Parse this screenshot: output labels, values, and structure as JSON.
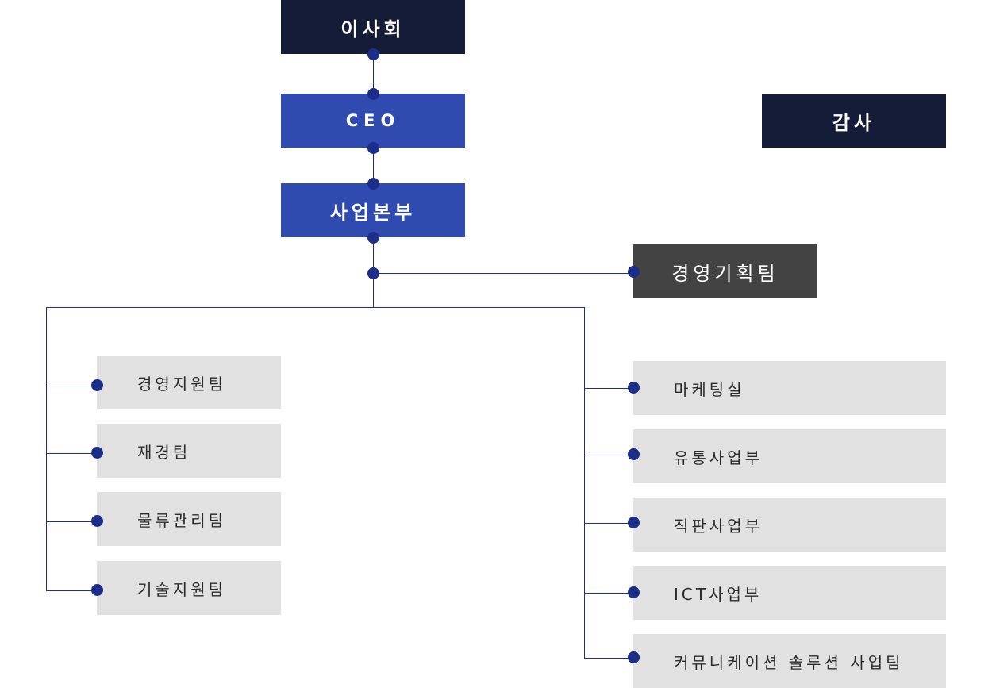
{
  "board": {
    "label": "이사회"
  },
  "ceo": {
    "label": "CEO"
  },
  "audit": {
    "label": "감사"
  },
  "division": {
    "label": "사업본부"
  },
  "planning_team": {
    "label": "경영기획팀"
  },
  "left_teams": [
    {
      "label": "경영지원팀"
    },
    {
      "label": "재경팀"
    },
    {
      "label": "물류관리팀"
    },
    {
      "label": "기술지원팀"
    }
  ],
  "right_teams": [
    {
      "label": "마케팅실"
    },
    {
      "label": "유통사업부"
    },
    {
      "label": "직판사업부"
    },
    {
      "label": "ICT사업부"
    },
    {
      "label": "커뮤니케이션 솔루션 사업팀"
    }
  ],
  "colors": {
    "top_box": "#151c37",
    "exec_box": "#2f4bb0",
    "planning_box": "#434343",
    "team_box": "#e1e1e1",
    "connector": "#1e2d86"
  }
}
